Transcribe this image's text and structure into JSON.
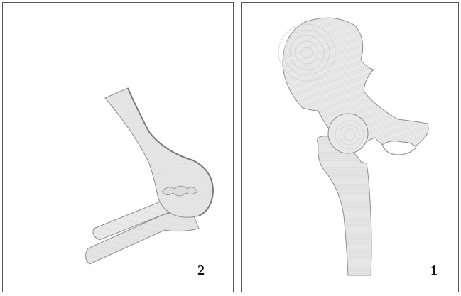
{
  "panels": [
    {
      "label": "2",
      "subject": "knee-joint"
    },
    {
      "label": "1",
      "subject": "hip-joint"
    }
  ],
  "colors": {
    "bone_fill": "#e8e8e8",
    "bone_stroke": "#888888",
    "hatch": "#c4c4c4",
    "panel_border": "#555555"
  }
}
